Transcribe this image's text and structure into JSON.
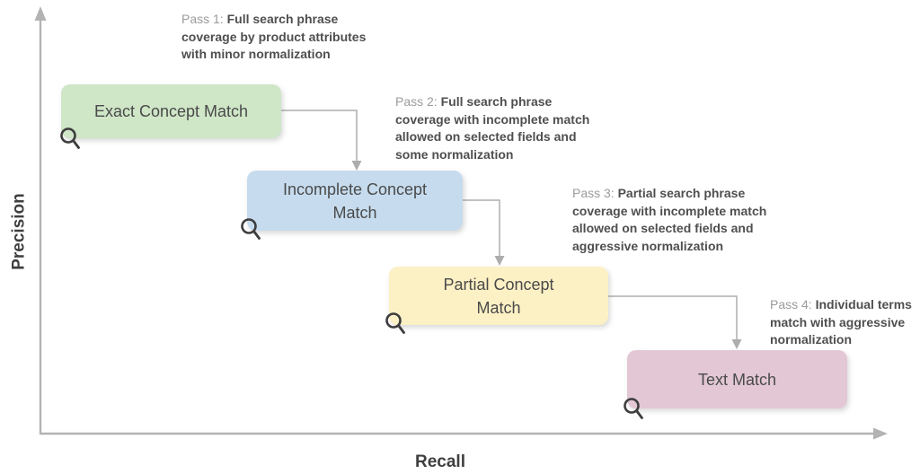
{
  "figure": {
    "y_axis_label": "Precision",
    "x_axis_label": "Recall"
  },
  "boxes": [
    {
      "name": "exact-concept-match",
      "label": "Exact Concept Match",
      "fill": "#cfe6c7"
    },
    {
      "name": "incomplete-concept-match",
      "label": "Incomplete Concept\nMatch",
      "fill": "#c6dcee"
    },
    {
      "name": "partial-concept-match",
      "label": "Partial Concept\nMatch",
      "fill": "#fcf0c5"
    },
    {
      "name": "text-match",
      "label": "Text Match",
      "fill": "#e3c7d4"
    }
  ],
  "annotations": [
    {
      "prefix": "Pass 1:",
      "body": "Full search phrase\ncoverage by product attributes\nwith minor normalization"
    },
    {
      "prefix": "Pass 2:",
      "body": "Full search phrase\ncoverage with incomplete match\nallowed on selected fields and\nsome normalization"
    },
    {
      "prefix": "Pass 3:",
      "body": "Partial search phrase\ncoverage with incomplete match\nallowed on selected fields and\naggressive normalization"
    },
    {
      "prefix": "Pass 4:",
      "body": "Individual terms\nmatch with aggressive\nnormalization"
    }
  ],
  "colors": {
    "axis": "#b3b3b3",
    "connector": "#adadad",
    "annotation_prefix": "#9b9b9b",
    "annotation_body": "#4f4f4f",
    "box_text": "#4a4a4a",
    "magnifier_icon": "#3d3d3d",
    "background": "#ffffff"
  }
}
